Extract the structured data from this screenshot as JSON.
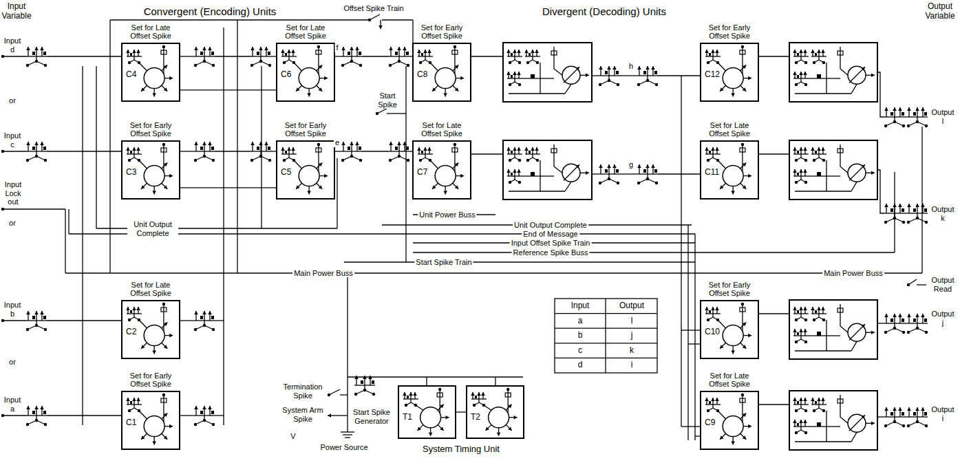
{
  "diagram": {
    "nodes": [
      {
        "text": [
          "Set for Late Offset Spike",
          "C4"
        ]
      },
      {
        "text": [
          "Set for Late Offset Spike",
          "C6"
        ]
      },
      {
        "text": [
          "Set for Early Offset Spike",
          "C8"
        ]
      },
      {
        "text": [
          "Set for Early Offset Spike",
          "C12"
        ]
      },
      {
        "text": [
          "Set for Early Offset Spike",
          "C3"
        ]
      },
      {
        "text": [
          "Set for Early Offset Spike",
          "C5"
        ]
      },
      {
        "text": [
          "Set for Late Offset Spike",
          "C7"
        ]
      },
      {
        "text": [
          "Set for Late Offset Spike",
          "C11"
        ]
      },
      {
        "text": [
          "Set for Late Offset Spike",
          "C2"
        ]
      },
      {
        "text": [
          "Set for Early Offset Spike",
          "C10"
        ]
      },
      {
        "text": [
          "T1"
        ]
      },
      {
        "text": [
          "T2"
        ]
      },
      {
        "text": [
          "Set for Early Offset Spike",
          "C1"
        ]
      },
      {
        "text": [
          "Set for Late Offset Spike",
          "C9"
        ]
      }
    ],
    "edges": [
      {
        "from": 0,
        "to": 1,
        "arrow": "none"
      },
      {
        "from": 4,
        "to": 5,
        "arrow": "none"
      },
      {
        "from": 10,
        "to": 11,
        "arrow": "none"
      }
    ],
    "labels": [
      "Input Variable",
      "Convergent (Encoding) Units",
      "Divergent (Decoding) Units",
      "Output Variable",
      "Input d",
      "or",
      "Input c",
      "Input Lock out",
      "or",
      "Input b",
      "or",
      "Input a",
      "Offset Spike Train",
      "f",
      "e",
      "h",
      "g",
      "Start Spike",
      "Unit Output Complete",
      "Unit Power Buss",
      "Unit Output Complete",
      "End of Message",
      "Input Offset Spike Train",
      "Reference Spike Buss",
      "Start Spike Train",
      "Main Power Buss",
      "Main Power Buss",
      "Termination Spike",
      "System Arm Spike",
      "V",
      "Power Source",
      "Start Spike Generator",
      "System Timing Unit",
      "Output l",
      "Output k",
      "Output Read",
      "Output j",
      "Output i",
      "Input",
      "Output",
      "a",
      "l",
      "b",
      "j",
      "c",
      "k",
      "d",
      "i"
    ]
  }
}
